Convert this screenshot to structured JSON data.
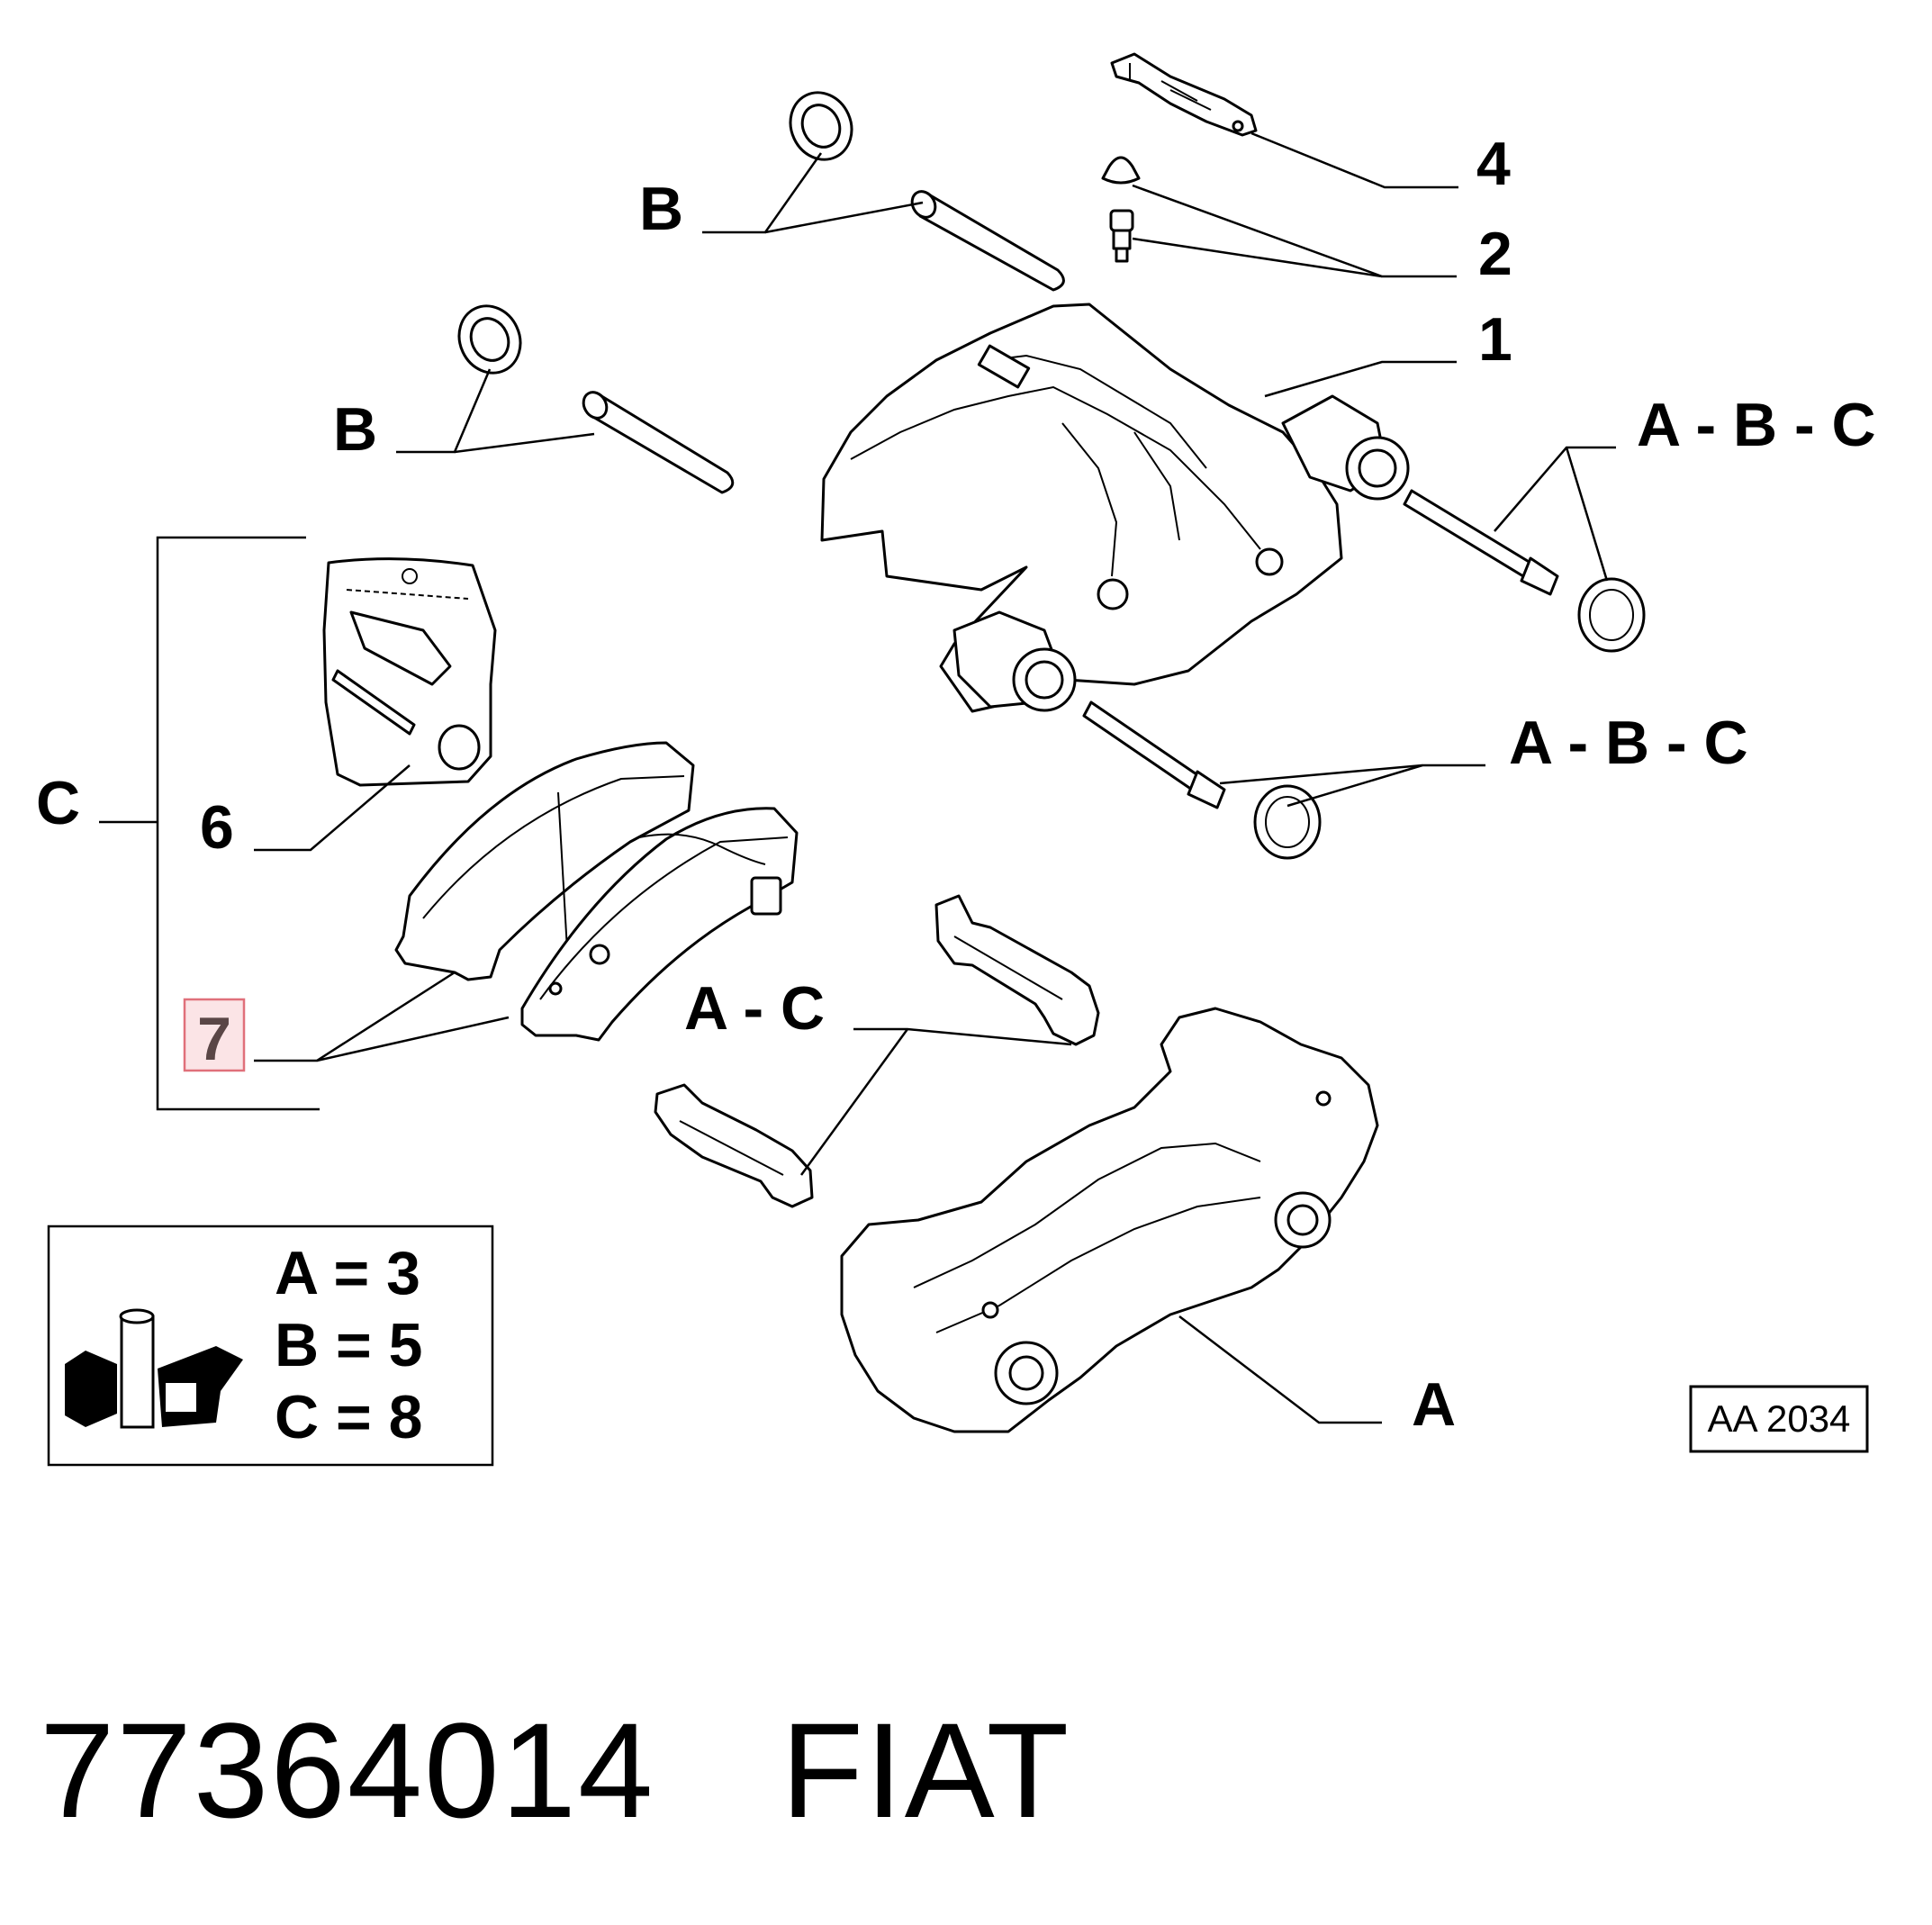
{
  "callouts": {
    "part_1": "1",
    "part_2": "2",
    "part_4": "4",
    "part_6": "6",
    "part_7": "7",
    "b_top": "B",
    "b_mid": "B",
    "c_group": "C",
    "abc_upper": "A - B - C",
    "abc_lower": "A - B - C",
    "ac": "A - C",
    "a_bracket": "A"
  },
  "legend": {
    "line_a": "A = 3",
    "line_b": "B = 5",
    "line_c": "C = 8"
  },
  "drawing_code": "AA 2034",
  "footer": {
    "part_number": "77364014",
    "brand": "FIAT"
  },
  "highlight_color": "#e0707a"
}
